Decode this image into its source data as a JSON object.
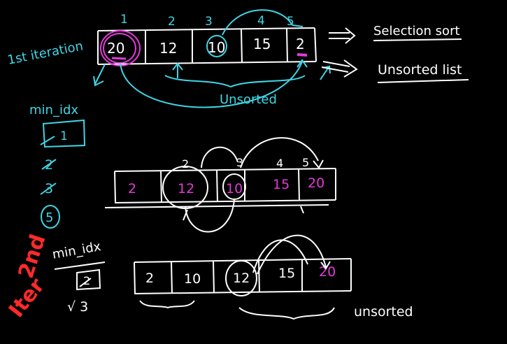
{
  "colors": {
    "background": "#000000",
    "ink_white": "#ffffff",
    "ink_cyan": "#3fd6e6",
    "ink_magenta": "#e23ad9",
    "ink_red": "#ff2a2a"
  },
  "header": {
    "iteration_label": "1st iteration",
    "selection_sort": "Selection sort",
    "unsorted_list": "Unsorted list"
  },
  "array1": {
    "indices": [
      "1",
      "2",
      "3",
      "4",
      "5"
    ],
    "values": [
      "20",
      "12",
      "10",
      "15",
      "2"
    ],
    "brace_label": "Unsorted"
  },
  "min_idx_1": {
    "label": "min_idx",
    "box_value": "1",
    "history": [
      "2",
      "3",
      "5"
    ]
  },
  "array2": {
    "indices": [
      "2",
      "3",
      "4",
      "5"
    ],
    "values": [
      "2",
      "12",
      "10",
      "15",
      "20"
    ]
  },
  "iter2": {
    "label_lines": [
      "2nd",
      "Iter"
    ],
    "min_idx_label": "min_idx",
    "box_value": "2",
    "next_value": "√ 3"
  },
  "array3": {
    "values": [
      "2",
      "10",
      "12",
      "15",
      "20"
    ],
    "brace_label": "unsorted"
  }
}
